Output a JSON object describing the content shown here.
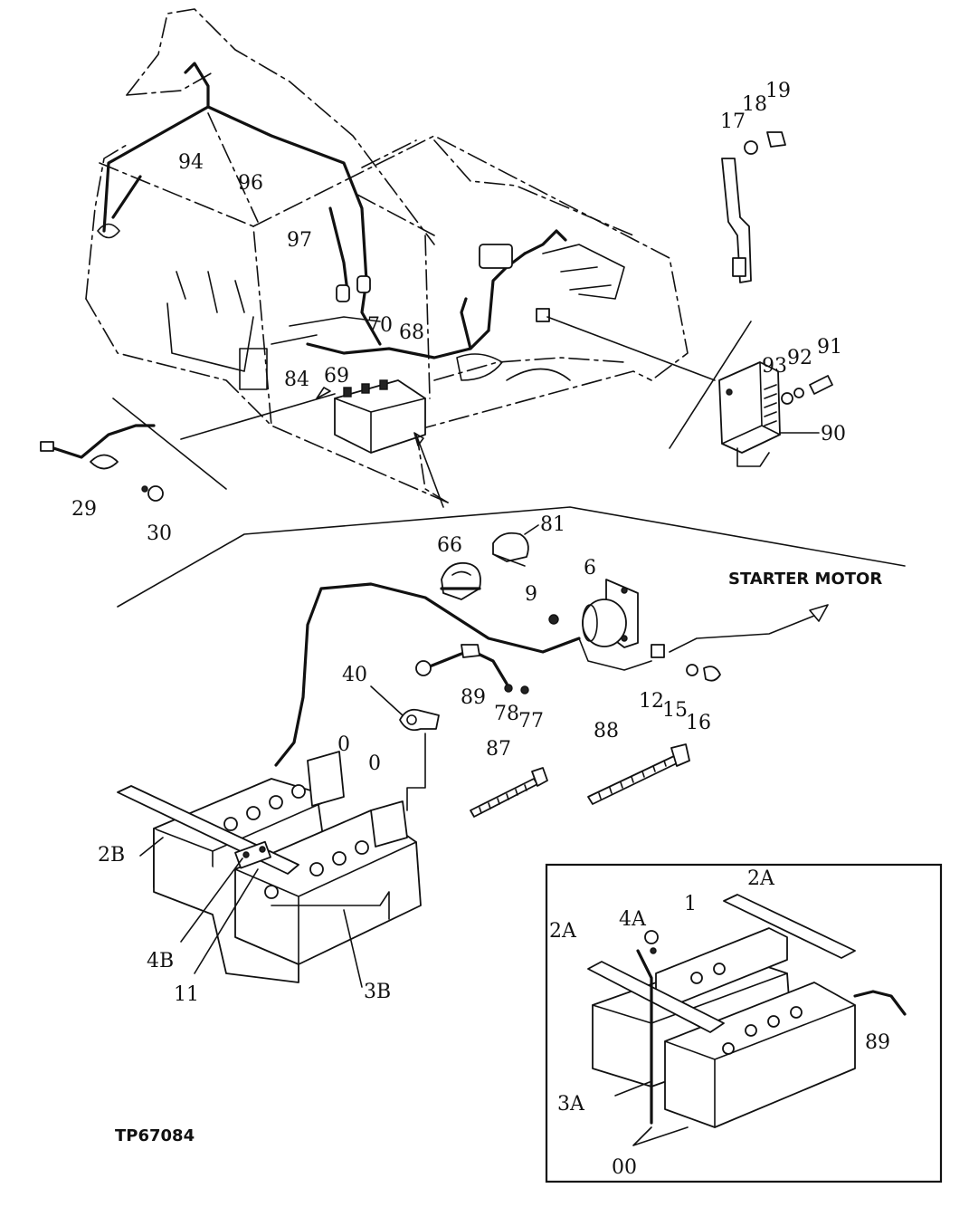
{
  "figure_id": "TP67084",
  "callouts": {
    "c94": "94",
    "c96": "96",
    "c97": "97",
    "c70": "70",
    "c68": "68",
    "c84": "84",
    "c69": "69",
    "c29": "29",
    "c30": "30",
    "c17": "17",
    "c18": "18",
    "c19": "19",
    "c93": "93",
    "c92": "92",
    "c91": "91",
    "c90": "90",
    "c66": "66",
    "c81": "81",
    "c6": "6",
    "c9": "9",
    "c40": "40",
    "c89a": "89",
    "c78": "78",
    "c77": "77",
    "c12": "12",
    "c15": "15",
    "c16": "16",
    "c87": "87",
    "c88": "88",
    "c0a": "0",
    "c0b": "0",
    "c2B": "2B",
    "c4B": "4B",
    "c11": "11",
    "c3B": "3B",
    "c2Aa": "2A",
    "c1": "1",
    "c4A": "4A",
    "c2Ab": "2A",
    "c89b": "89",
    "c3A": "3A",
    "c00": "00"
  },
  "starter_motor_label": "STARTER MOTOR"
}
